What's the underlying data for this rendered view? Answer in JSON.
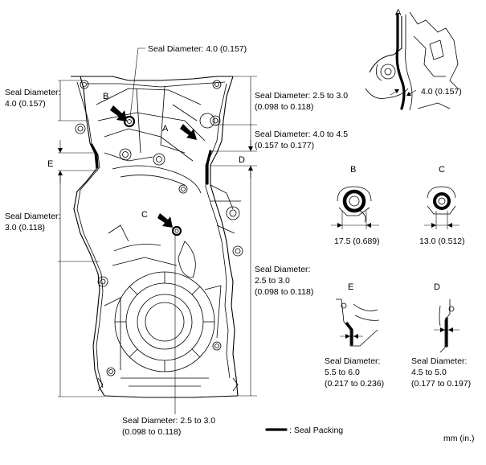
{
  "callouts": {
    "top_b": "Seal Diameter: 4.0 (0.157)",
    "left_top_1": "Seal Diameter:",
    "left_top_2": "4.0 (0.157)",
    "right_top_1": "Seal Diameter: 2.5 to 3.0",
    "right_top_2": "(0.098 to 0.118)",
    "right_a_1": "Seal Diameter: 4.0 to 4.5",
    "right_a_2": "(0.157 to 0.177)",
    "left_mid_1": "Seal Diameter:",
    "left_mid_2": "3.0 (0.118)",
    "right_mid_1": "Seal Diameter:",
    "right_mid_2": "2.5 to 3.0",
    "right_mid_3": "(0.098 to 0.118)",
    "bottom_1": "Seal Diameter: 2.5 to 3.0",
    "bottom_2": "(0.098 to 0.118)"
  },
  "markers": {
    "a": "A",
    "b": "B",
    "c": "C",
    "d": "D",
    "e": "E"
  },
  "details": {
    "a": {
      "label": "A",
      "value": "4.0 (0.157)"
    },
    "b": {
      "label": "B",
      "value": "17.5 (0.689)"
    },
    "c": {
      "label": "C",
      "value": "13.0 (0.512)"
    },
    "e": {
      "label": "E",
      "line1": "Seal Diameter:",
      "line2": "5.5 to 6.0",
      "line3": "(0.217 to 0.236)"
    },
    "d": {
      "label": "D",
      "line1": "Seal Diameter:",
      "line2": "4.5 to 5.0",
      "line3": "(0.177 to 0.197)"
    }
  },
  "legend": {
    "label": ": Seal Packing"
  },
  "units": "mm (in.)"
}
